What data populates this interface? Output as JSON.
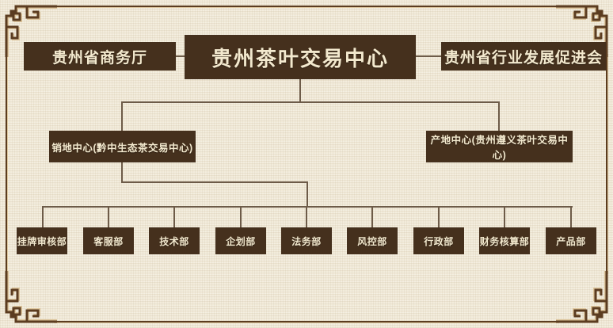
{
  "org": {
    "root": {
      "label": "贵州茶叶交易中心"
    },
    "left_partner": {
      "label": "贵州省商务厅"
    },
    "right_partner": {
      "label": "贵州省行业发展促进会"
    },
    "centers": [
      {
        "label": "销地中心(黔中生态茶交易中心)"
      },
      {
        "label": "产地中心(贵州遵义茶叶交易中心)"
      }
    ],
    "departments": [
      {
        "label": "挂牌审核部"
      },
      {
        "label": "客服部"
      },
      {
        "label": "技术部"
      },
      {
        "label": "企划部"
      },
      {
        "label": "法务部"
      },
      {
        "label": "风控部"
      },
      {
        "label": "行政部"
      },
      {
        "label": "财务核算部"
      },
      {
        "label": "产品部"
      }
    ]
  },
  "colors": {
    "background": "#f2ebda",
    "node_background": "#45301d",
    "node_text": "#f3e9ce",
    "connector": "#6d5b48",
    "frame": "#5b3c20"
  }
}
